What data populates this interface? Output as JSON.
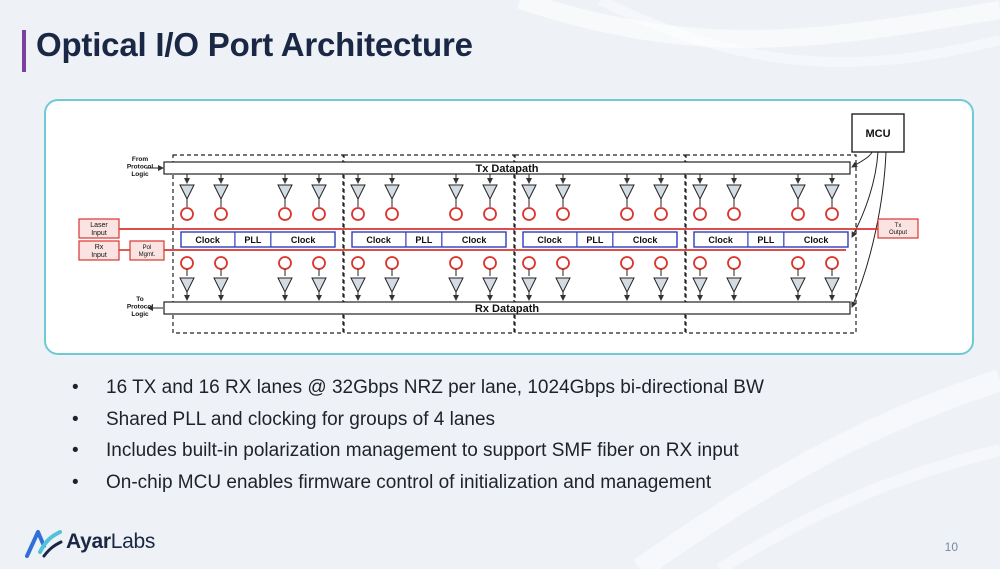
{
  "slide": {
    "title": "Optical I/O Port Architecture",
    "page_number": "10",
    "accent_color": "#7b3fa0",
    "title_color": "#1a2845",
    "frame_color": "#6ecbd6"
  },
  "diagram": {
    "mcu_label": "MCU",
    "tx_datapath_label": "Tx Datapath",
    "rx_datapath_label": "Rx Datapath",
    "from_protocol_logic": [
      "From",
      "Protocol",
      "Logic"
    ],
    "to_protocol_logic": [
      "To",
      "Protocol",
      "Logic"
    ],
    "laser_input": [
      "Laser",
      "Input"
    ],
    "rx_input": [
      "Rx",
      "Input"
    ],
    "pol_mgmt": [
      "Pol",
      "Mgmt."
    ],
    "tx_output": [
      "Tx",
      "Output"
    ],
    "clock_label": "Clock",
    "pll_label": "PLL",
    "group_count": 4,
    "lanes_per_group": 4,
    "optical_color": "#d9352f",
    "electrical_color": "#2b3fbf"
  },
  "bullets": [
    "16 TX and 16 RX lanes @ 32Gbps NRZ per lane, 1024Gbps bi-directional BW",
    "Shared PLL and clocking for groups of 4 lanes",
    "Includes built-in polarization management to support SMF fiber on RX input",
    "On-chip MCU enables firmware control of initialization and management"
  ],
  "logo": {
    "brand_bold": "Ayar",
    "brand_light": "Labs",
    "icon": "ayarlabs-wave-logo-icon"
  }
}
